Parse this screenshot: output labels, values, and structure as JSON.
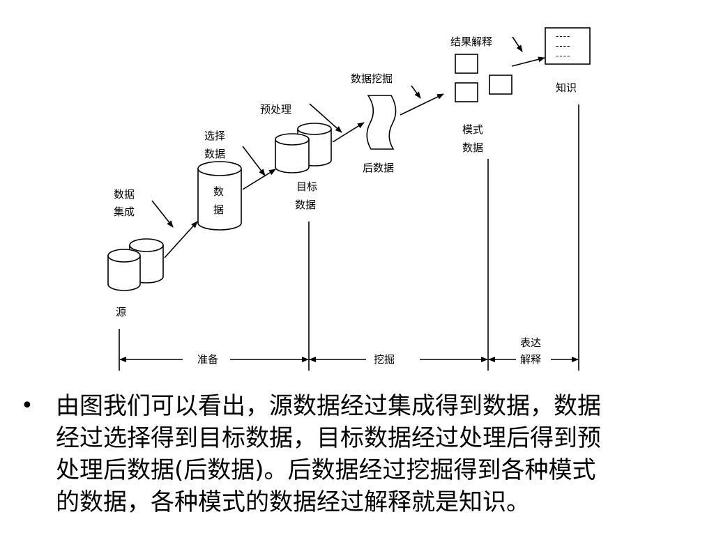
{
  "diagram": {
    "labels": {
      "source": "源",
      "integration_line1": "数据",
      "integration_line2": "集成",
      "data_line1": "数",
      "data_line2": "据",
      "selection_line1": "选择",
      "selection_line2": "数据",
      "preprocess": "预处理",
      "target_line1": "目标",
      "target_line2": "数据",
      "mining": "数据挖掘",
      "post_data": "后数据",
      "pattern_line1": "模式",
      "pattern_line2": "数据",
      "interpretation": "结果解释",
      "knowledge": "知识",
      "doc_lines": "----",
      "stage_prepare": "准备",
      "stage_mine": "挖掘",
      "stage_express_line1": "表达",
      "stage_express_line2": "解释"
    }
  },
  "caption": {
    "bullet": "•",
    "lines": [
      "由图我们可以看出，源数据经过集成得到数据，数据",
      "经过选择得到目标数据，目标数据经过处理后得到预",
      "处理后数据(后数据)。后数据经过挖掘得到各种模式",
      "的数据，各种模式的数据经过解释就是知识。"
    ]
  }
}
